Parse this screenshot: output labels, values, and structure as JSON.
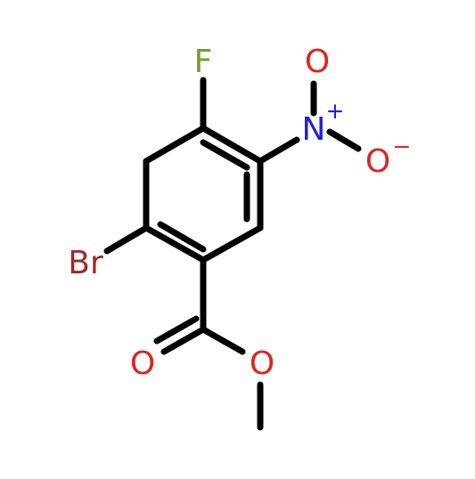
{
  "atoms": {
    "F": {
      "label": "F",
      "color": "#6ca12b"
    },
    "N": {
      "label": "N",
      "color": "#1f1fe0"
    },
    "N_charge": {
      "label": "+",
      "color": "#1f1fe0"
    },
    "O_nitro_top": {
      "label": "O",
      "color": "#e0251f"
    },
    "O_nitro_right": {
      "label": "O",
      "color": "#e0251f"
    },
    "O_nitro_charge": {
      "label": "−",
      "color": "#e0251f"
    },
    "Br": {
      "label": "Br",
      "color": "#a0292a"
    },
    "O_carbonyl": {
      "label": "O",
      "color": "#e0251f"
    },
    "O_ester": {
      "label": "O",
      "color": "#e0251f"
    }
  },
  "colors": {
    "bond": "#000000",
    "background": "#ffffff"
  }
}
